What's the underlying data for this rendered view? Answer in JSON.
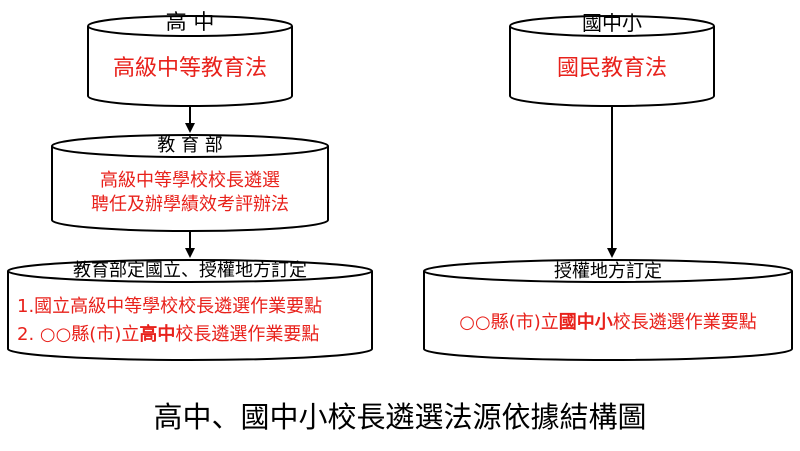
{
  "colors": {
    "text": "#000000",
    "accent_red": "#e8211b",
    "stroke": "#000000",
    "background": "#ffffff"
  },
  "left": {
    "top_db": {
      "header": "高 中",
      "body": "高級中等教育法"
    },
    "mid_db": {
      "header": "教 育 部",
      "body_line1": "高級中等學校校長遴選",
      "body_line2": "聘任及辦學績效考評辦法"
    },
    "bottom_db": {
      "header": "教育部定國立、授權地方訂定",
      "item1": "1.國立高級中等學校校長遴選作業要點",
      "item2_prefix": "2. ○○縣(市)立",
      "item2_emphasis": "高中",
      "item2_suffix": "校長遴選作業要點"
    }
  },
  "right": {
    "top_db": {
      "header": "國中小",
      "body": "國民教育法"
    },
    "bottom_db": {
      "header": "授權地方訂定",
      "line_prefix": "○○縣(市)立",
      "line_emphasis": "國中小",
      "line_suffix": "校長遴選作業要點"
    }
  },
  "caption": "高中、國中小校長遴選法源依據結構圖"
}
